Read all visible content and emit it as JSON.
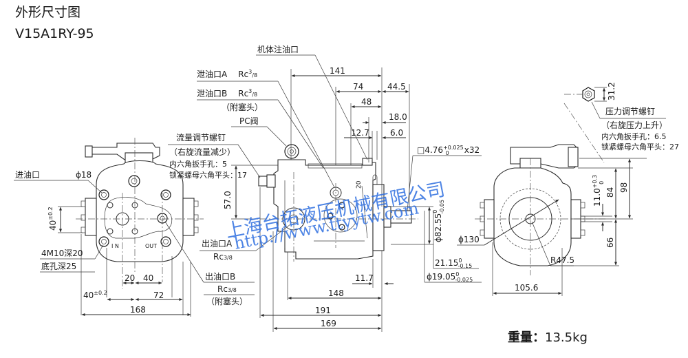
{
  "header": {
    "title": "外形尺寸图",
    "model": "V15A1RY-95"
  },
  "callouts": {
    "body_fill_port": "机体注油口",
    "drain_a": {
      "label": "泄油口A",
      "thread": "Rc",
      "size_num": "3",
      "size_den": "8"
    },
    "drain_b": {
      "label": "泄油口B",
      "thread": "Rc",
      "size_num": "3",
      "size_den": "8",
      "note": "（附塞头）"
    },
    "pc_valve": "PC阀",
    "flow_screw": {
      "title": "流量调节螺钉",
      "lines": [
        "（右旋流量减少）",
        "内六角扳手孔：5",
        "锁紧螺母六角平头：17"
      ]
    },
    "pressure_screw": {
      "title": "压力调节螺钉",
      "lines": [
        "（右旋压力上升）",
        "内六角扳手孔：6.5",
        "锁紧螺母六角平头：27"
      ]
    },
    "inlet": {
      "label": "进油口",
      "dia": "ϕ18"
    },
    "mount_holes": {
      "line1": "4M10深20",
      "line2": "底孔深25"
    },
    "outlet_a": {
      "label": "出油口A",
      "thread": "Rc",
      "size": "3/8"
    },
    "outlet_b": {
      "label": "出油口B",
      "thread": "Rc",
      "size": "3/8",
      "note": "（附塞头）"
    },
    "body_marks": {
      "in": "I N",
      "out": "OUT"
    }
  },
  "dimensions": {
    "side_view": {
      "d141": "141",
      "d74": "74",
      "d44_5": "44.5",
      "d48": "48",
      "d18_0": "18.0",
      "d12_7": "12.7",
      "d6_0": "6.0",
      "d57_0": "57.0",
      "d11_7": "11.7",
      "d148": "148",
      "d191": "191",
      "d169": "169",
      "key": {
        "nominal": "□4.76",
        "tol_upper": "+0.025",
        "tol_lower": "0",
        "length": "x32"
      },
      "pilot": {
        "nominal": "ϕ82.55",
        "tol_upper": "0",
        "tol_lower": "-0.05"
      },
      "key_height": {
        "nominal": "21.15",
        "tol_upper": "0",
        "tol_lower": "-0.15"
      },
      "shaft": {
        "nominal": "ϕ19.05",
        "tol_upper": "0",
        "tol_lower": "-0.025"
      },
      "small_mark": "20"
    },
    "left_view": {
      "d40_vert": "40",
      "d40_vert_tol": "±0.2",
      "d20": "20",
      "d40": "40",
      "d40_horiz": "40",
      "d40_horiz_tol": "±0.2",
      "d72": "72",
      "d168": "168"
    },
    "right_view": {
      "d31_2": "31.2",
      "d11_0": "11.0",
      "d11_0_tol_upper": "+0.3",
      "d11_0_tol_lower": "0",
      "d84": "84",
      "d98": "98",
      "d66": "66",
      "flange_dia": "ϕ130",
      "radius": "R47.5",
      "d105_6": "105.6"
    }
  },
  "weight": {
    "label": "重量：",
    "value": "13.5kg"
  },
  "watermark": {
    "company": "上海台拓液压机械有限公司",
    "url": "http://www.ttyytw.com",
    "color": "#2f6fe0"
  }
}
